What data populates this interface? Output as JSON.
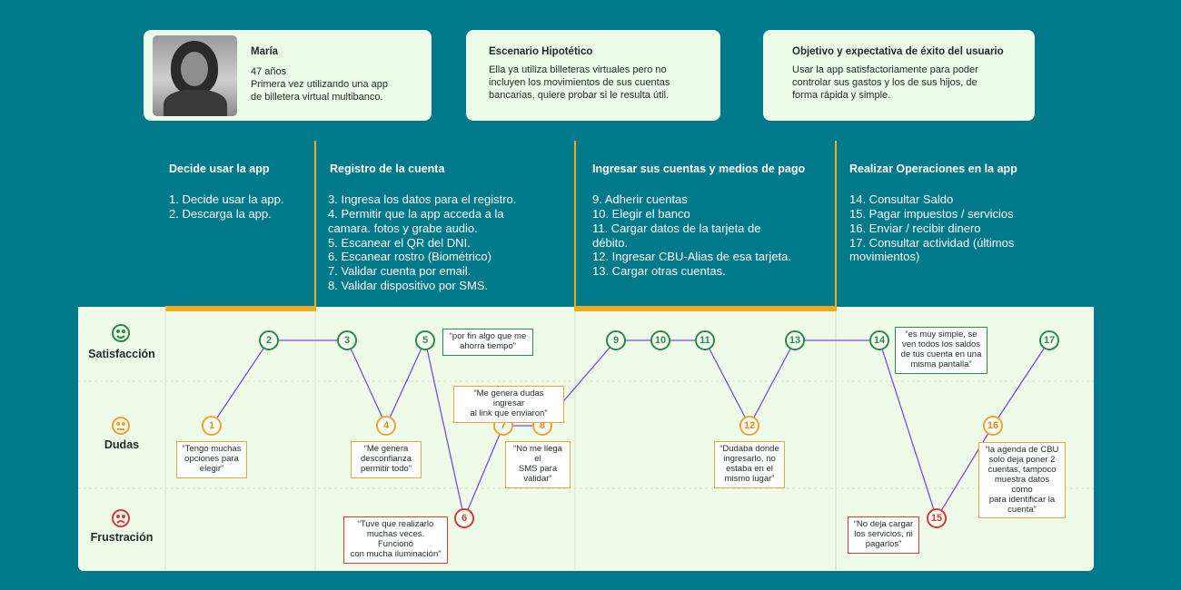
{
  "persona": {
    "name": "María",
    "age": "47 años",
    "desc1": "Primera vez utilizando una app",
    "desc2": "de billetera virtual multibanco."
  },
  "scenario": {
    "title": "Escenario Hipotético",
    "l1": "Ella ya utiliza billeteras virtuales pero no",
    "l2": "incluyen los movimientos de sus cuentas",
    "l3": "bancarias, quiere probar si le resulta útil."
  },
  "goal": {
    "title": "Objetivo y expectativa de éxito del usuario",
    "l1": "Usar la app satisfactoriamente para poder",
    "l2": "controlar sus gastos y los de sus hijos, de",
    "l3": "forma rápida y simple."
  },
  "phases": [
    {
      "title": "Decide usar la app",
      "items": [
        "1. Decide usar la app.",
        "2. Descarga la app."
      ]
    },
    {
      "title": "Registro de la cuenta",
      "items": [
        "3. Ingresa los datos para el registro.",
        "4. Permitir que la app acceda a la",
        "camara. fotos y grabe audio.",
        "5. Escanear el QR del DNI.",
        "6. Escanear rostro (Biométrico)",
        "7. Validar cuenta por email.",
        "8. Validar dispositivo por SMS."
      ]
    },
    {
      "title": "Ingresar sus cuentas y medios de pago",
      "items": [
        "9. Adherir cuentas",
        "10. Elegir el banco",
        "11. Cargar datos de la tarjeta de",
        "débito.",
        "12. Ingresar CBU-Alias de esa tarjeta.",
        "13. Cargar otras cuentas."
      ]
    },
    {
      "title": "Realizar Operaciones en la app",
      "items": [
        "14. Consultar Saldo",
        "15. Pagar impuestos / servicios",
        "16. Enviar / recibir dinero",
        "17. Consultar actividad (últimos",
        "movimientos)"
      ]
    }
  ],
  "rows": {
    "satisfaction": "Satisfacción",
    "doubts": "Dudas",
    "frustration": "Frustración"
  },
  "steps": [
    "1",
    "2",
    "3",
    "4",
    "5",
    "6",
    "7",
    "8",
    "9",
    "10",
    "11",
    "12",
    "13",
    "14",
    "15",
    "16",
    "17"
  ],
  "quotes": {
    "q1": [
      "“Tengo muchas",
      "opciones para",
      "elegir”"
    ],
    "q4": [
      "“Me genera",
      "desconfianza",
      "permitir todo”"
    ],
    "q5": [
      "“por fin algo que me",
      "ahorra tiempo”"
    ],
    "q6": [
      "“Tuve que realizarlo",
      "muchas veces. Funcionó",
      "con mucha iluminación”"
    ],
    "q7": [
      "“Me genera dudas ingresar",
      "al link que enviaron”"
    ],
    "q8": [
      "“No me llega el",
      "SMS para",
      "validar”"
    ],
    "q12": [
      "“Dudaba donde",
      "ingresarlo, no",
      "estaba en el",
      "mismo lugar”"
    ],
    "q14": [
      "“es muy simple, se",
      "ven todos los saldos",
      "de tus cuenta en una",
      "misma pantalla”"
    ],
    "q15": [
      "“No deja cargar",
      "los servicios, ni",
      "pagarlos”"
    ],
    "q16": [
      "“la agenda de CBU",
      "solo deja poner 2",
      "cuentas, tampoco",
      "muestra datos como",
      "para identificar la",
      "cuenta”"
    ]
  },
  "colors": {
    "background": "#007a8a",
    "card": "#edfce8",
    "accent": "#f2a91c",
    "line": "#7a4fd6",
    "satisfaction": "#2f8a4a",
    "doubt": "#f0a23a",
    "frustration": "#d63b3b"
  },
  "icons": {
    "satisfaction": "smile-icon",
    "doubts": "neutral-face-icon",
    "frustration": "sad-face-icon"
  }
}
